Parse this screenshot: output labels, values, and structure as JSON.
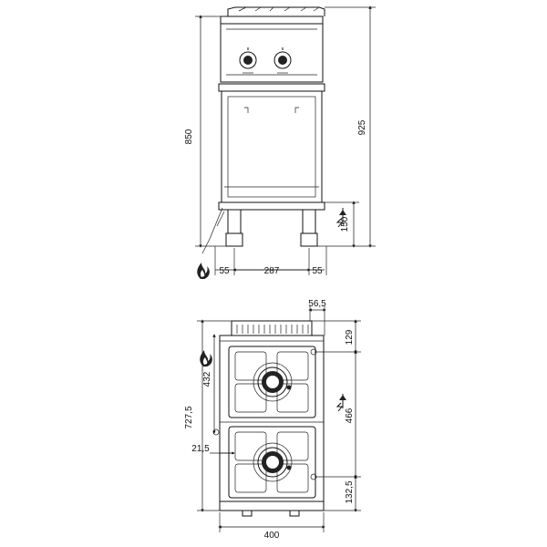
{
  "dimensions": {
    "front_height_total": "925",
    "front_height_body": "850",
    "front_leg_height": "150",
    "front_leg_offset_left": "55",
    "front_inner_width": "287",
    "front_leg_offset_right": "55",
    "top_rear_offset": "56,5",
    "top_burner_rear": "129",
    "top_burner_pitch": "466",
    "top_burner_front": "132,5",
    "top_left_upper": "432",
    "top_depth": "727,5",
    "top_left_offset": "21,5",
    "top_width": "400"
  },
  "icons": {
    "gas_connection": "flame-icon",
    "electric_connection": "bolt-arrow-icon"
  }
}
